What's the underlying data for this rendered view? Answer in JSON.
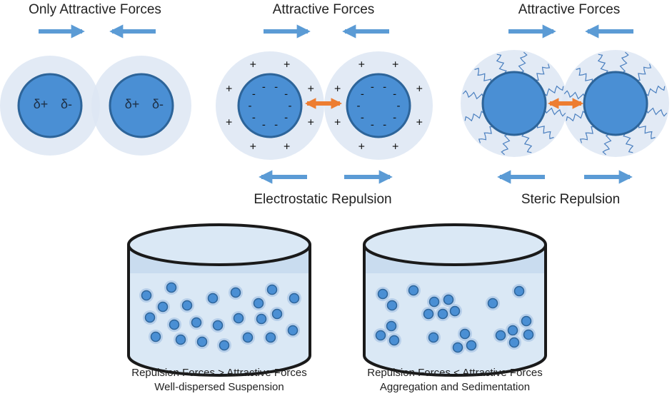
{
  "panels": {
    "van_der_waals": {
      "title": "Only Attractive Forces",
      "left_particle_labels": [
        "δ+",
        "δ-"
      ],
      "right_particle_labels": [
        "δ+",
        "δ-"
      ]
    },
    "electrostatic": {
      "title": "Attractive Forces",
      "subtitle": "Electrostatic Repulsion",
      "outer_charge": "+",
      "inner_charge": "-"
    },
    "steric": {
      "title": "Attractive Forces",
      "subtitle": "Steric Repulsion"
    }
  },
  "containers": {
    "dispersed": {
      "line1": "Repulsion Forces > Attractive Forces",
      "line2": "Well-dispersed Suspension"
    },
    "aggregated": {
      "line1": "Repulsion Forces < Attractive Forces",
      "line2": "Aggregation and Sedimentation"
    }
  },
  "colors": {
    "particle_fill": "#4a8fd4",
    "particle_stroke": "#2d6499",
    "halo": "#dde6f3",
    "arrow_blue": "#5b9bd5",
    "arrow_orange": "#ed7d31",
    "liquid": "#dae8f5",
    "container_stroke": "#1a1a1a"
  }
}
